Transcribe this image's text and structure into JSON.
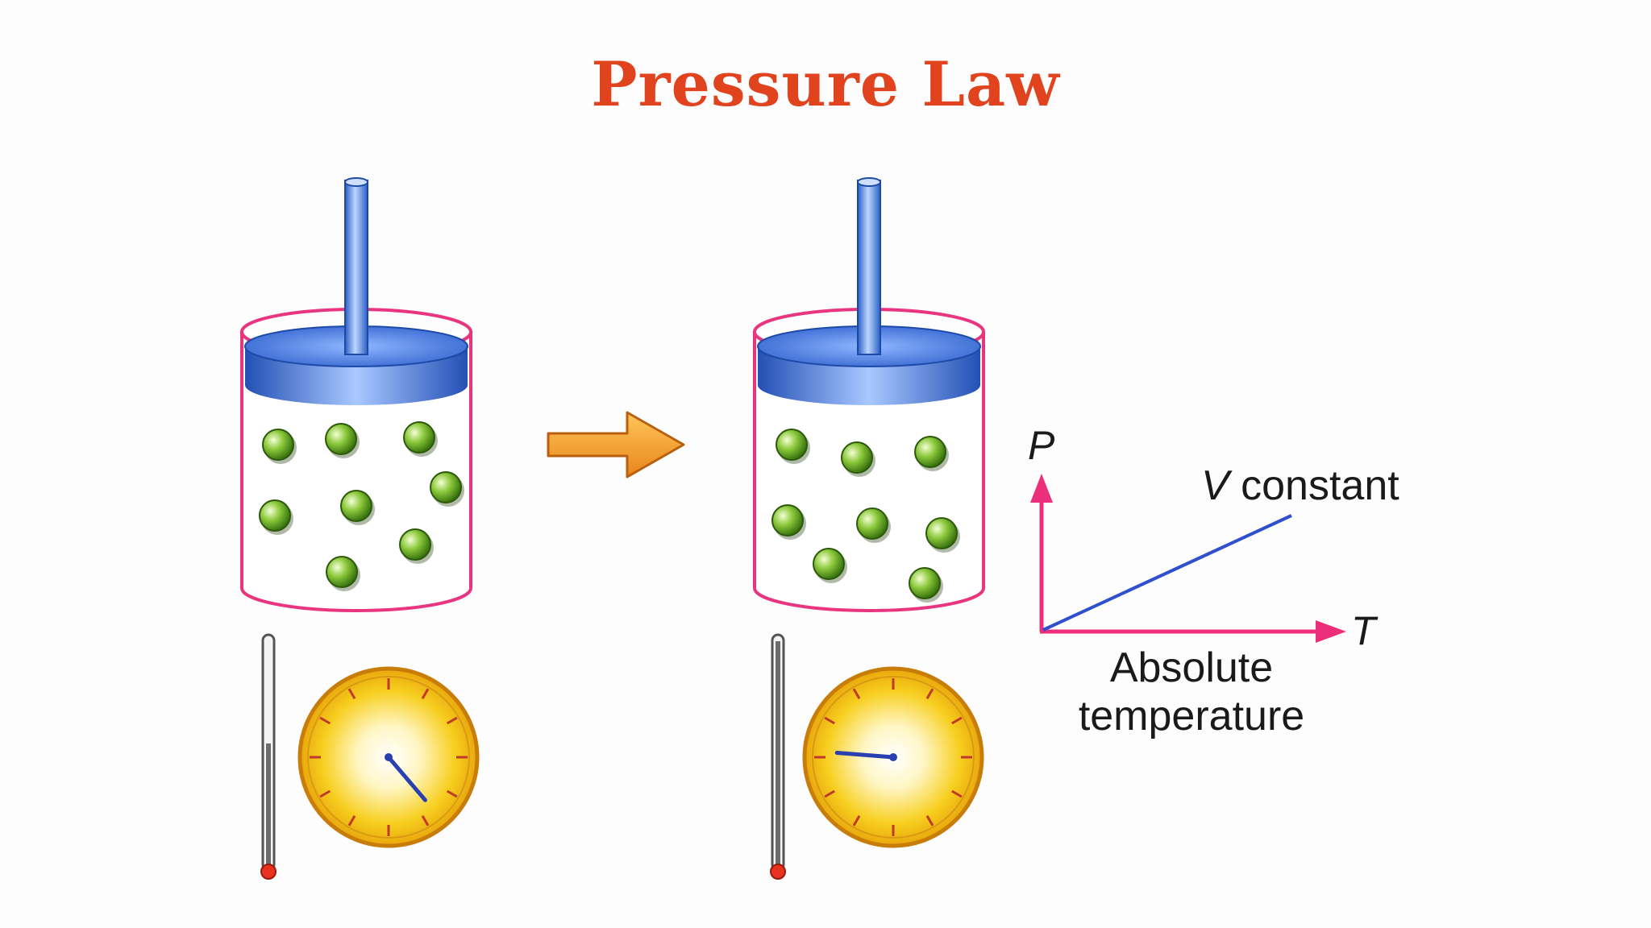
{
  "title": "Pressure Law",
  "graph": {
    "y_axis_symbol": "P",
    "x_axis_symbol": "T",
    "line_label_var": "V",
    "line_label_text": " constant",
    "x_caption_line1": "Absolute",
    "x_caption_line2": "temperature"
  },
  "colors": {
    "title": "#e0431d",
    "axis": "#ec2f7a",
    "line": "#2f4fcf",
    "piston": "#3d73d8",
    "cylinder_outline": "#e8357f",
    "molecule": "#5e9a14",
    "arrow": "#f0961e",
    "gauge": "#f1c40f"
  },
  "states": [
    {
      "name": "low-temperature",
      "thermometer_level": 0.55,
      "gauge_reading": 0.35
    },
    {
      "name": "high-temperature",
      "thermometer_level": 1.0,
      "gauge_reading": 0.85
    }
  ],
  "icons": [
    "piston-icon",
    "molecule-icon",
    "thermometer-icon",
    "pressure-gauge-icon",
    "arrow-right-icon"
  ]
}
